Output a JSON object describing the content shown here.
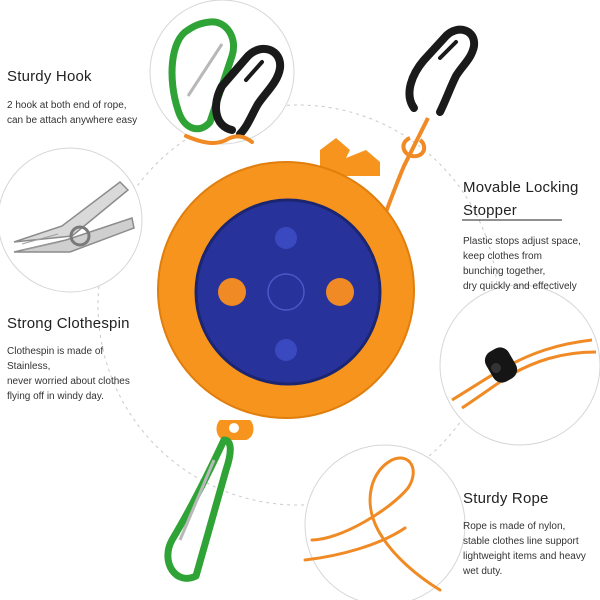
{
  "features": {
    "hook": {
      "title": "Sturdy Hook",
      "lines": [
        "2 hook at both end of rope,",
        "can be attach anywhere easy"
      ]
    },
    "stopper": {
      "title_line1": "Movable Locking",
      "title_line2": "Stopper",
      "lines": [
        "Plastic stops adjust space,",
        "keep clothes from",
        "bunching together,",
        "dry quickly and effectively"
      ]
    },
    "clothespin": {
      "title": "Strong Clothespin",
      "lines": [
        "Clothespin is made of",
        "Stainless,",
        "never worried about clothes",
        "flying off in windy day."
      ]
    },
    "rope": {
      "title": "Sturdy Rope",
      "lines": [
        "Rope is made of nylon,",
        "stable clothes line support",
        "lightweight items and heavy",
        "wet duty."
      ]
    }
  },
  "colors": {
    "reel_orange": "#f7941d",
    "reel_blue": "#27339b",
    "rope_orange": "#f08a24",
    "hook_green": "#2fa336",
    "hook_black": "#1a1a1a"
  }
}
